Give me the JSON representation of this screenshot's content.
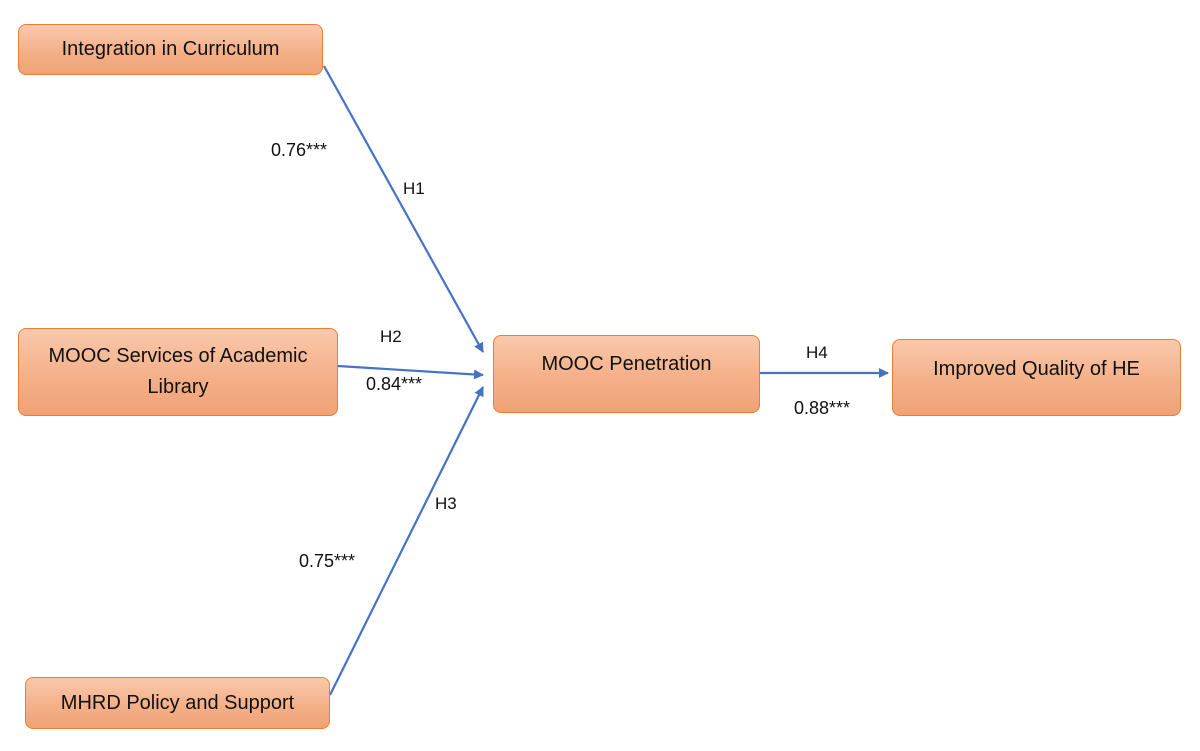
{
  "colors": {
    "node_fill": "#f4b089",
    "node_border": "#ed7d31",
    "arrow": "#4472c4"
  },
  "nodes": {
    "integration": "Integration in Curriculum",
    "mooc_services_line1": "MOOC Services of Academic",
    "mooc_services_line2": "Library",
    "mhrd": "MHRD Policy and Support",
    "penetration": "MOOC Penetration",
    "quality": "Improved Quality of HE"
  },
  "edges": [
    {
      "from": "Integration in Curriculum",
      "to": "MOOC Penetration",
      "hypothesis": "H1",
      "coefficient": "0.76***"
    },
    {
      "from": "MOOC Services of Academic Library",
      "to": "MOOC Penetration",
      "hypothesis": "H2",
      "coefficient": "0.84***"
    },
    {
      "from": "MHRD Policy and Support",
      "to": "MOOC Penetration",
      "hypothesis": "H3",
      "coefficient": "0.75***"
    },
    {
      "from": "MOOC Penetration",
      "to": "Improved Quality of HE",
      "hypothesis": "H4",
      "coefficient": "0.88***"
    }
  ]
}
